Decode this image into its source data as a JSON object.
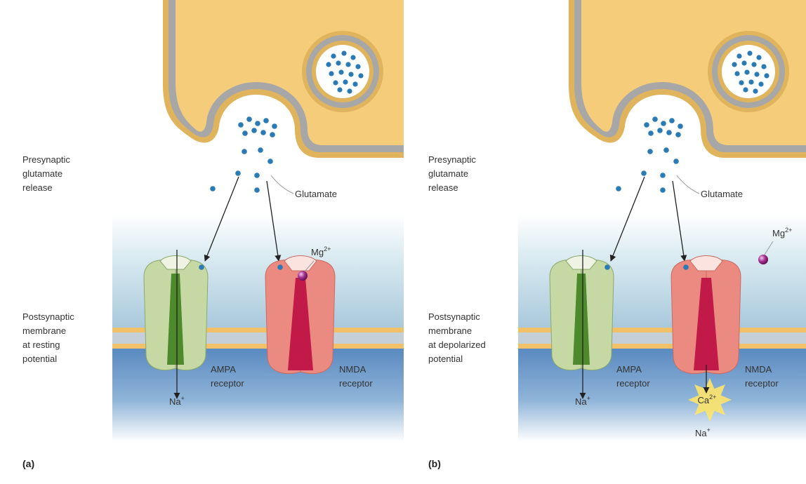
{
  "colors": {
    "cytoplasm": "#f4cc7a",
    "membrane_outer": "#e0b45c",
    "membrane_gray": "#a7a7a7",
    "vesicle_fill": "#ffffff",
    "glutamate": "#2a7ab6",
    "cleft_top": "#ffffff",
    "cleft_mid": "#dbeef4",
    "extracellular_blue": "#a6c8de",
    "postsynaptic_band": "#f1c16a",
    "intracellular_blue": "#5b8bbf",
    "ampa_fill": "#c6d9a5",
    "ampa_channel": "#4c8a2c",
    "nmda_fill": "#ea8a80",
    "nmda_channel": "#c21a48",
    "mg_ion": "#8a1e7a",
    "burst": "#fde46a"
  },
  "panels": [
    {
      "id": "a",
      "panel_label": "(a)",
      "presynaptic_label": [
        "Presynaptic",
        "glutamate",
        "release"
      ],
      "glutamate_label": "Glutamate",
      "mg_label": "Mg",
      "mg_sup": "2+",
      "postsynaptic_label": [
        "Postsynaptic",
        "membrane",
        "at resting",
        "potential"
      ],
      "ampa_label": [
        "AMPA",
        "receptor"
      ],
      "nmda_label": [
        "NMDA",
        "receptor"
      ],
      "na_label": "Na",
      "na_sup": "+",
      "mg_state": "blocking"
    },
    {
      "id": "b",
      "panel_label": "(b)",
      "presynaptic_label": [
        "Presynaptic",
        "glutamate",
        "release"
      ],
      "glutamate_label": "Glutamate",
      "mg_label": "Mg",
      "mg_sup": "2+",
      "postsynaptic_label": [
        "Postsynaptic",
        "membrane",
        "at depolarized",
        "potential"
      ],
      "ampa_label": [
        "AMPA",
        "receptor"
      ],
      "nmda_label": [
        "NMDA",
        "receptor"
      ],
      "na_label": "Na",
      "na_sup": "+",
      "ca_label": "Ca",
      "ca_sup": "2+",
      "na2_label": "Na",
      "na2_sup": "+",
      "mg_state": "released"
    }
  ]
}
